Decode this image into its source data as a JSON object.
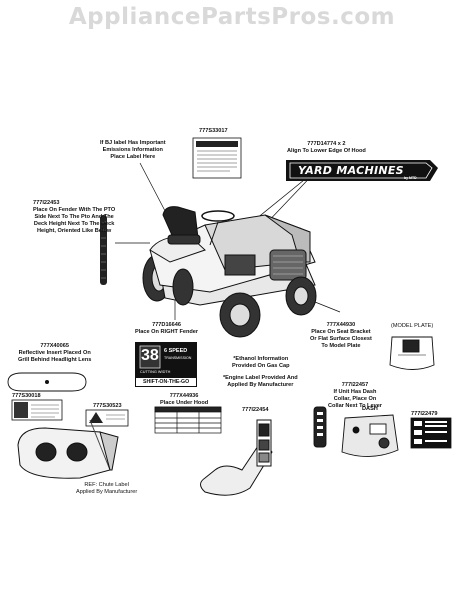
{
  "watermark": "AppliancePartsPros.com",
  "labels": {
    "p777s33017": "777S33017",
    "bj_note": [
      "If BJ label Has Important",
      "Emissions Information",
      "Place Label Here"
    ],
    "p777d14774": "777D14774 x 2",
    "d14774_note": "Align To Lower Edge Of Hood",
    "yard_machines": "YARD MACHINES",
    "by_mtd": "by MTD",
    "p777i22453": "777I22453",
    "i22453_note": [
      "Place On Fender With The PTO",
      "Side Next To The Pto And The",
      "Deck Height Next To The Deck",
      "Height, Oriented Like Below"
    ],
    "p777d16646": "777D16646",
    "d16646_note": "Place On RIGHT Fender",
    "p777x40065": "777X40065",
    "x40065_note": [
      "Reflective Insert Placed On",
      "Grill Behind Headlight Lens"
    ],
    "p777x44930": "777X44930",
    "x44930_note": [
      "Place On Seat Bracket",
      "Or Flat Surface Closest",
      "To Model Plate"
    ],
    "model_plate": "(MODEL PLATE)",
    "ethanol_note": [
      "*Ethanol Information",
      "Provided On Gas Cap"
    ],
    "engine_note": [
      "*Engine Label Provided And",
      "Applied By Manufacturer"
    ],
    "badge_number": "38",
    "badge_speed": "6 SPEED",
    "badge_trans": "TRANSMISSION",
    "badge_cutting": "CUTTING WIDTH",
    "badge_shift": "SHIFT-ON-THE-GO",
    "p777x44936": "777X44936",
    "x44936_note": "Place Under Hood",
    "p777i22457": "777I22457",
    "i22457_note": [
      "If Unit Has Dash",
      "Collar, Place On",
      "Collar Next To Lever"
    ],
    "dash": "DASH",
    "p777i22479": "777I22479",
    "p777s30018": "777S30018",
    "p777s30523": "777S30523",
    "p777i22454": "777I22454",
    "chute_note": [
      "REF: Chute Label",
      "Applied By Manufacturer"
    ]
  }
}
